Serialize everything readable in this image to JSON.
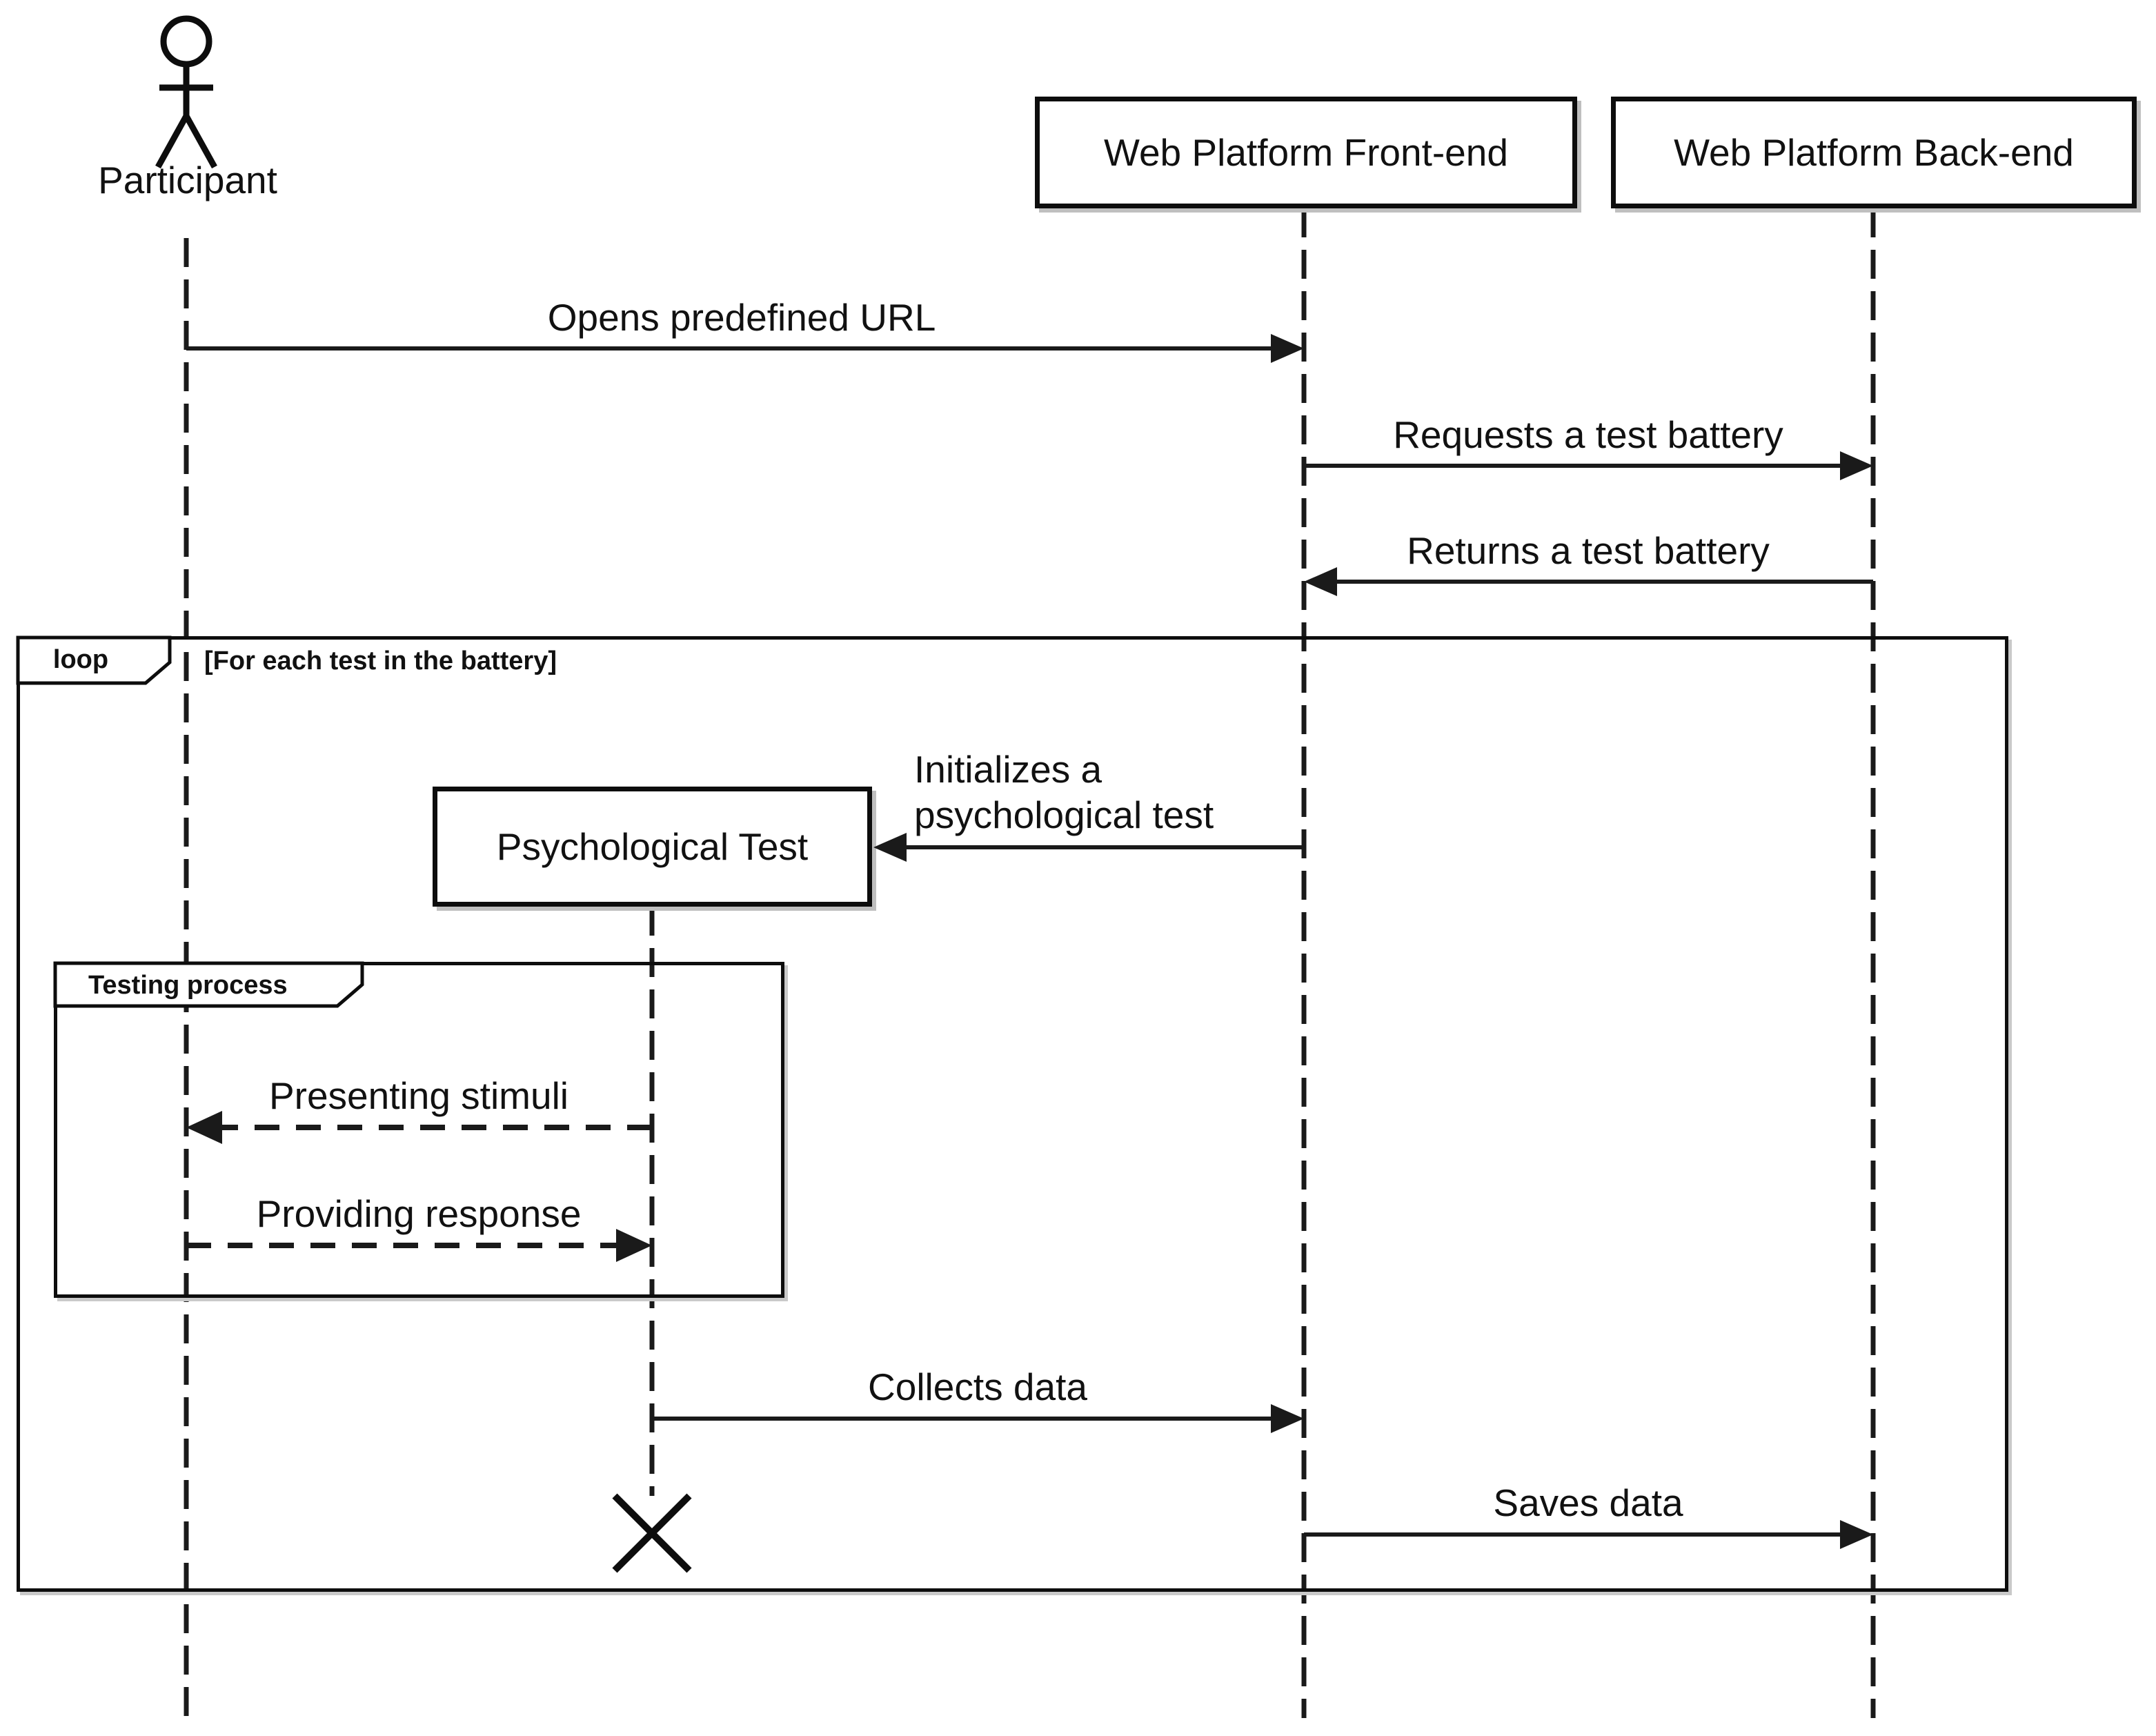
{
  "diagram": {
    "kind": "uml-sequence-diagram",
    "background_color": "#ffffff",
    "line_color": "#1a1a1a",
    "shadow_color": "#bfbfbf",
    "participants": [
      {
        "id": "participant",
        "label": "Participant",
        "type": "actor"
      },
      {
        "id": "frontend",
        "label": "Web Platform Front-end",
        "type": "participant"
      },
      {
        "id": "backend",
        "label": "Web Platform Back-end",
        "type": "participant"
      },
      {
        "id": "test",
        "label": "Psychological Test",
        "type": "participant-created",
        "destroyed": true
      }
    ],
    "frames": {
      "loop": {
        "operator": "loop",
        "guard": "[For each test in the battery]"
      },
      "group": {
        "operator": "Testing process"
      }
    },
    "messages": [
      {
        "label": "Opens predefined URL",
        "from": "Participant",
        "to": "Web Platform Front-end",
        "style": "solid"
      },
      {
        "label": "Requests a test battery",
        "from": "Web Platform Front-end",
        "to": "Web Platform Back-end",
        "style": "solid"
      },
      {
        "label": "Returns a test battery",
        "from": "Web Platform Back-end",
        "to": "Web Platform Front-end",
        "style": "solid"
      },
      {
        "label": "Initializes a\npsychological test",
        "from": "Web Platform Front-end",
        "to": "Psychological Test",
        "style": "solid"
      },
      {
        "label": "Presenting stimuli",
        "from": "Psychological Test",
        "to": "Participant",
        "style": "dashed"
      },
      {
        "label": "Providing response",
        "from": "Participant",
        "to": "Psychological Test",
        "style": "dashed"
      },
      {
        "label": "Collects data",
        "from": "Psychological Test",
        "to": "Web Platform Front-end",
        "style": "solid"
      },
      {
        "label": "Saves data",
        "from": "Web Platform Front-end",
        "to": "Web Platform Back-end",
        "style": "solid"
      }
    ]
  }
}
